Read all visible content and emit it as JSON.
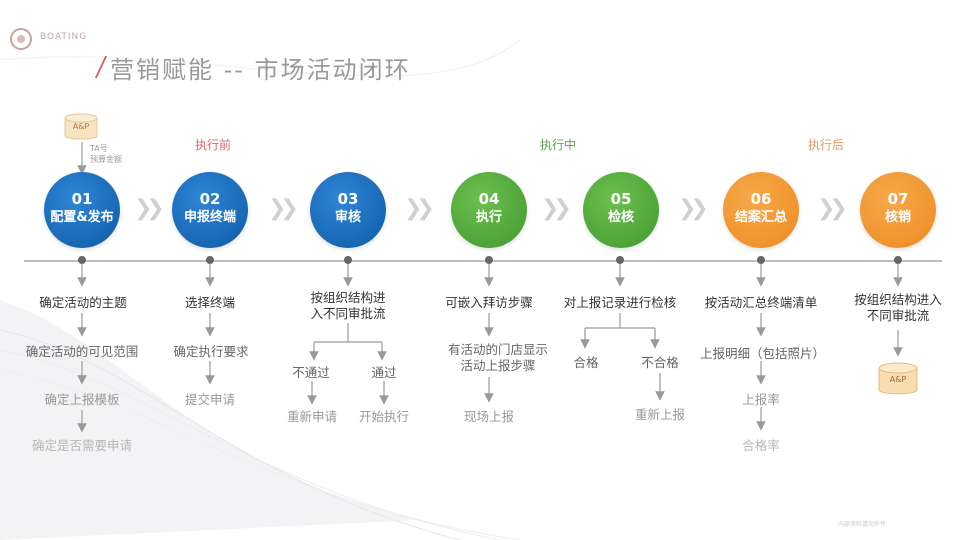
{
  "title": "营销赋能 -- 市场活动闭环",
  "logo_text": "BOATING",
  "phases": {
    "pre": "执行前",
    "mid": "执行中",
    "post": "执行后"
  },
  "ap_label": "A&P",
  "ta_note": [
    "TA号",
    "预算金额"
  ],
  "steps": [
    {
      "num": "01",
      "label": "配置&发布"
    },
    {
      "num": "02",
      "label": "申报终端"
    },
    {
      "num": "03",
      "label": "审核"
    },
    {
      "num": "04",
      "label": "执行"
    },
    {
      "num": "05",
      "label": "检核"
    },
    {
      "num": "06",
      "label": "结案汇总"
    },
    {
      "num": "07",
      "label": "核销"
    }
  ],
  "col1": [
    "确定活动的主题",
    "确定活动的可见范围",
    "确定上报模板",
    "确定是否需要申请"
  ],
  "col2": [
    "选择终端",
    "确定执行要求",
    "提交申请"
  ],
  "col3": {
    "head": [
      "按组织结构进",
      "入不同审批流"
    ],
    "reject": "不通过",
    "pass": "通过",
    "reject_next": "重新申请",
    "pass_next": "开始执行"
  },
  "col4": {
    "head": "可嵌入拜访步骤",
    "mid": [
      "有活动的门店显示",
      "活动上报步骤"
    ],
    "last": "现场上报"
  },
  "col5": {
    "head": "对上报记录进行检核",
    "ok": "合格",
    "fail": "不合格",
    "fail_next": "重新上报"
  },
  "col6": [
    "按活动汇总终端清单",
    "上报明细（包括照片）",
    "上报率",
    "合格率"
  ],
  "col7": [
    "按组织结构进入",
    "不同审批流"
  ],
  "footer": "内部资料请勿外传"
}
